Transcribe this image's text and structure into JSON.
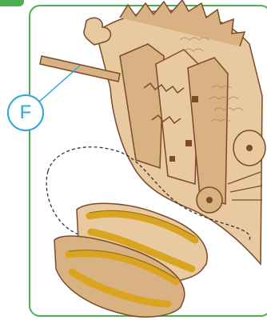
{
  "callout": {
    "letter": "F"
  },
  "colors": {
    "frame_green": "#4caf50",
    "callout_blue": "#29a8d8",
    "wood_light": "#e8c9a0",
    "wood_mid": "#d9b283",
    "wood_dark": "#7a4a2a",
    "band_yellow": "#d9a520",
    "dashed_line": "#333333"
  },
  "icons": [
    "callout-circle",
    "guide-line",
    "dashed-outline",
    "wooden-model",
    "rubber-bands"
  ]
}
